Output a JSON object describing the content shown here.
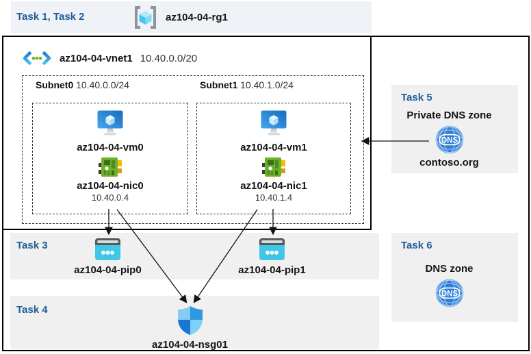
{
  "colors": {
    "task_text": "#1e5c97",
    "header_strip_bg": "#eff2f6",
    "strip_bg": "#f0f0f0",
    "panel_bg": "#f0f0f0",
    "canvas_bg": "#ffffff",
    "arrow": "#111111",
    "dns_blue": "#2e7ed8",
    "pip_cyan": "#40c6e9",
    "nic_green": "#6cb02c"
  },
  "header": {
    "tasks_label": "Task 1, Task 2",
    "resource_group_name": "az104-04-rg1"
  },
  "vnet": {
    "name": "az104-04-vnet1",
    "cidr": "10.40.0.0/20",
    "subnets": [
      {
        "name": "Subnet0",
        "cidr": "10.40.0.0/24",
        "vm_name": "az104-04-vm0",
        "nic_name": "az104-04-nic0",
        "nic_ip": "10.40.0.4"
      },
      {
        "name": "Subnet1",
        "cidr": "10.40.1.0/24",
        "vm_name": "az104-04-vm1",
        "nic_name": "az104-04-nic1",
        "nic_ip": "10.40.1.4"
      }
    ]
  },
  "task3": {
    "label": "Task 3",
    "public_ips": [
      {
        "name": "az104-04-pip0"
      },
      {
        "name": "az104-04-pip1"
      }
    ]
  },
  "task4": {
    "label": "Task 4",
    "nsg_name": "az104-04-nsg01"
  },
  "task5": {
    "label": "Task 5",
    "title": "Private DNS zone",
    "zone_name": "contoso.org"
  },
  "task6": {
    "label": "Task 6",
    "title": "DNS zone"
  },
  "icons": {
    "dns_text": "DNS"
  }
}
